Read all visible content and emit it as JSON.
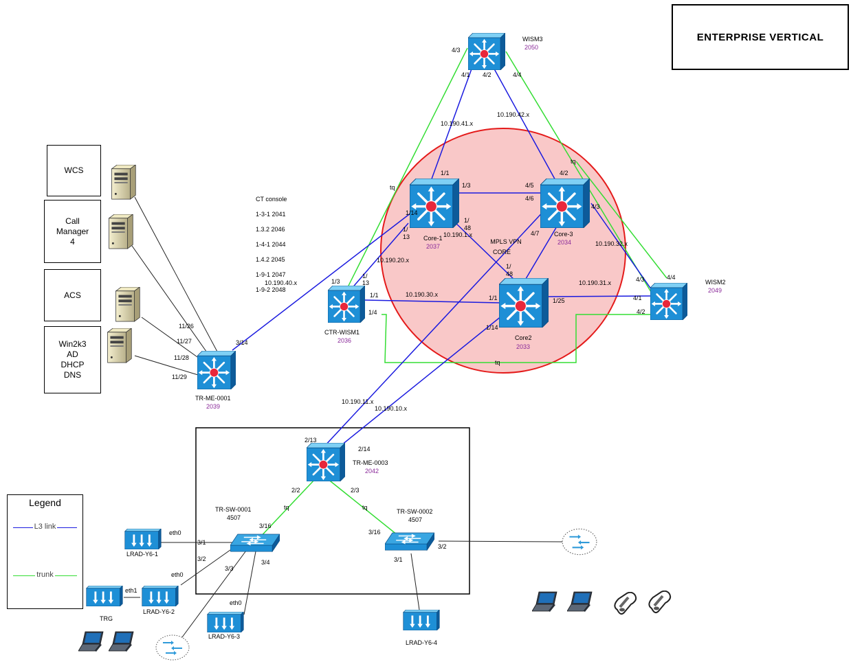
{
  "title": "ENTERPRISE VERTICAL",
  "legend": {
    "title": "Legend",
    "items": [
      {
        "label": "L3 link",
        "color": "#1a1adf"
      },
      {
        "label": "trunk",
        "color": "#33dd33"
      }
    ]
  },
  "colors": {
    "l3_link": "#1a1adf",
    "trunk": "#33dd33",
    "mpls_fill": "#f9c8c8",
    "mpls_border": "#e41a1a",
    "switch_blue": "#1e8fd6",
    "device_number": "#8a2a9a"
  },
  "mpls_core": {
    "label_line1": "MPLS VPN",
    "label_line2": "CORE"
  },
  "ct_console": {
    "lines": [
      "CT console",
      "1-3-1 2041",
      "1.3.2 2046",
      "1-4-1 2044",
      "1.4.2 2045",
      "1-9-1 2047",
      "1-9-2 2048"
    ]
  },
  "servers": [
    {
      "label": "WCS",
      "icon": "server-tower-icon"
    },
    {
      "label": "Call\nManager\n4",
      "icon": "server-tower-icon"
    },
    {
      "label": "ACS",
      "icon": "server-tower-icon"
    },
    {
      "label": "Win2k3\nAD\nDHCP\nDNS",
      "icon": "server-tower-icon"
    }
  ],
  "devices": {
    "wism3": {
      "name": "WISM3",
      "number": "2050"
    },
    "core1": {
      "name": "Core-1",
      "number": "2037"
    },
    "core3": {
      "name": "Core-3",
      "number": "2034"
    },
    "core2": {
      "name": "Core2",
      "number": "2033"
    },
    "wism2": {
      "name": "WISM2",
      "number": "2049"
    },
    "ctr_wism1": {
      "name": "CTR-WISM1",
      "number": "2036"
    },
    "tr_me_0001": {
      "name": "TR-ME-0001",
      "number": "2039"
    },
    "tr_me_0003": {
      "name": "TR-ME-0003",
      "number": "2042"
    },
    "tr_sw_0001": {
      "name": "TR-SW-0001",
      "model": "4507"
    },
    "tr_sw_0002": {
      "name": "TR-SW-0002",
      "model": "4507"
    },
    "lrad_1": {
      "name": "LRAD-Y6-1"
    },
    "lrad_2": {
      "name": "LRAD-Y6-2"
    },
    "lrad_3": {
      "name": "LRAD-Y6-3"
    },
    "lrad_4": {
      "name": "LRAD-Y6-4"
    },
    "trg": {
      "name": "TRG"
    }
  },
  "subnets": {
    "s41": "10.190.41.x",
    "s42": "10.190.42.x",
    "s40": "10.190.40.x",
    "s20": "10.190.20.x",
    "s1": "10.190.1.x",
    "s30": "10.190.30.x",
    "s31": "10.190.31.x",
    "s32": "10.190.32.x",
    "s11": "10.190.11.x",
    "s10": "10.190.10.x"
  },
  "ports": {
    "wism3_43": "4/3",
    "wism3_41": "4/1",
    "wism3_42": "4/2",
    "wism3_44": "4/4",
    "core1_11": "1/1",
    "core1_13": "1/3",
    "core1_114": "1/14",
    "core1_113a": "1/",
    "core1_113b": "13",
    "core1_148a": "1/",
    "core1_148b": "48",
    "core3_45": "4/5",
    "core3_46": "4/6",
    "core3_42": "4/2",
    "core3_43": "4/3",
    "core3_47": "4/7",
    "core2_148a": "1/",
    "core2_148b": "48",
    "core2_11": "1/1",
    "core2_125": "1/25",
    "core2_114": "1/14",
    "wism2_43": "4/3",
    "wism2_44": "4/4",
    "wism2_41": "4/1",
    "wism2_42": "4/2",
    "ctr_13": "1/3",
    "ctr_113a": "1/",
    "ctr_113b": "13",
    "ctr_11": "1/1",
    "ctr_14": "1/4",
    "me1_314": "3/14",
    "me1_1126": "11/26",
    "me1_1127": "11/27",
    "me1_1128": "11/28",
    "me1_1129": "11/29",
    "me3_213": "2/13",
    "me3_214": "2/14",
    "me3_22": "2/2",
    "me3_23": "2/3",
    "sw1_316": "3/16",
    "sw1_31": "3/1",
    "sw1_32": "3/2",
    "sw1_33": "3/3",
    "sw1_34": "3/4",
    "sw2_316": "3/16",
    "sw2_31": "3/1",
    "sw2_32": "3/2",
    "eth0_1": "eth0",
    "eth0_2": "eth0",
    "eth0_3": "eth0",
    "eth1": "eth1",
    "tq": "tq"
  },
  "clients": [
    {
      "icon": "laptop-icon"
    },
    {
      "icon": "laptop-icon"
    },
    {
      "icon": "laptop-icon"
    },
    {
      "icon": "laptop-icon"
    },
    {
      "icon": "wireless-phone-icon"
    },
    {
      "icon": "wireless-phone-icon"
    },
    {
      "icon": "wireless-cloud-icon"
    },
    {
      "icon": "wireless-cloud-icon"
    }
  ]
}
